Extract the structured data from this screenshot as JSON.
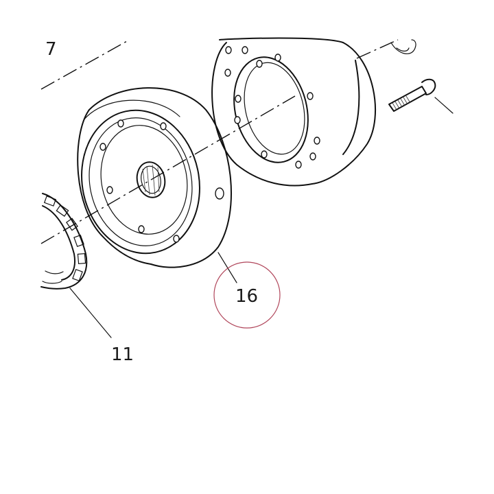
{
  "callouts": {
    "part_7": "7",
    "part_11": "11",
    "part_16": "16"
  },
  "colors": {
    "line": "#111111",
    "highlight_circle": "#b0455a",
    "background": "#ffffff"
  }
}
